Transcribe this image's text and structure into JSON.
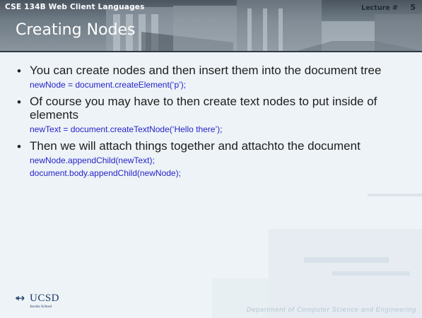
{
  "header": {
    "course": "CSE 134B  Web Client Languages",
    "lecture_label": "Lecture #",
    "page_number": "5",
    "title": "Creating Nodes"
  },
  "bullets": [
    {
      "text": "You can create nodes and then insert them into the document tree",
      "code": [
        "newNode = document.createElement(‘p’);"
      ]
    },
    {
      "text": "Of course you may have to then create text nodes to put inside of elements",
      "code": [
        "newText = document.createTextNode(‘Hello there’);"
      ]
    },
    {
      "text": "Then we will attach things together and attachto the document",
      "code": [
        "newNode.appendChild(newText);",
        "document.body.appendChild(newNode);"
      ]
    }
  ],
  "footer": {
    "logo_text": "UCSD",
    "logo_subtext": "Jacobs School",
    "department": "Department of Computer Science and Engineering"
  },
  "colors": {
    "code_text": "#2424c8",
    "header_bg": "#6f7b85",
    "slide_bg": "#eef3f7"
  }
}
